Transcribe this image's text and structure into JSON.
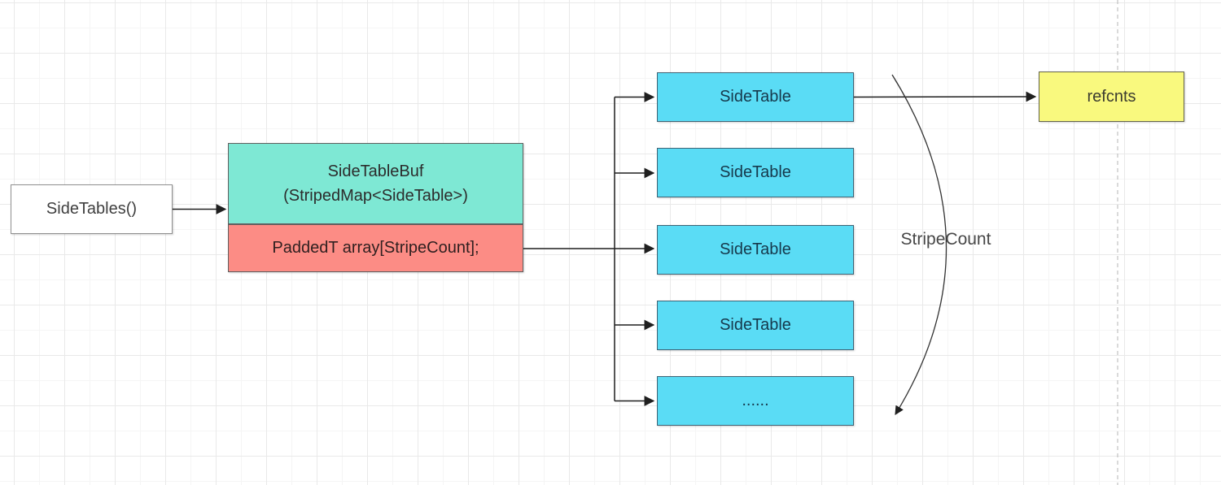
{
  "diagram": {
    "entry_box": {
      "label": "SideTables()"
    },
    "buf_box": {
      "title_line1": "SideTableBuf",
      "title_line2": "(StripedMap<SideTable>)",
      "array_label": "PaddedT array[StripeCount];"
    },
    "side_tables": [
      {
        "label": "SideTable"
      },
      {
        "label": "SideTable"
      },
      {
        "label": "SideTable"
      },
      {
        "label": "SideTable"
      },
      {
        "label": "......"
      }
    ],
    "refcnts_box": {
      "label": "refcnts"
    },
    "stripe_count_label": "StripeCount",
    "colors": {
      "buf_top_fill": "#7ee8d4",
      "buf_bottom_fill": "#fc8c85",
      "side_table_fill": "#5adcf5",
      "refcnts_fill": "#f9f97e",
      "connector": "#1f1f1f",
      "page_break": "#b5b5b5"
    }
  }
}
